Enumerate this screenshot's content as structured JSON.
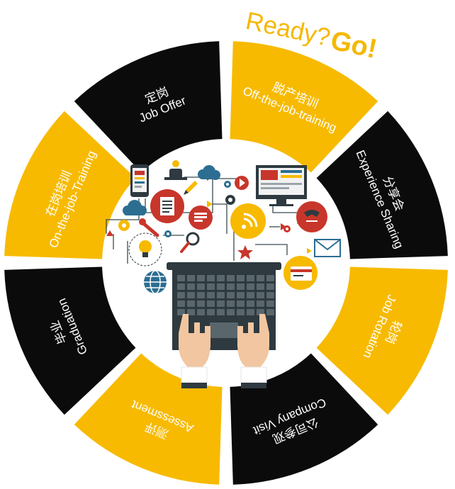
{
  "tagline": {
    "ready": "Ready?",
    "go": "Go!",
    "color": "#F5B800"
  },
  "palette": {
    "yellow": "#F7BA00",
    "black": "#0B0B0B",
    "dark": "#2E3A40",
    "red": "#C8362B",
    "blue": "#2C6E91",
    "skin": "#F2C6A0"
  },
  "segments": [
    {
      "id": "offjob",
      "zh": "脱产培训",
      "en": "Off-the-job-training",
      "fill": "yellow",
      "text": "white"
    },
    {
      "id": "share",
      "zh": "分享会",
      "en": "Experience Sharing",
      "fill": "black",
      "text": "white"
    },
    {
      "id": "rotation",
      "zh": "轮岗",
      "en": "Job Rotation",
      "fill": "yellow",
      "text": "white"
    },
    {
      "id": "visit",
      "zh": "公司参观",
      "en": "Company Visit",
      "fill": "black",
      "text": "white"
    },
    {
      "id": "assess",
      "zh": "测评",
      "en": "Assessment",
      "fill": "yellow",
      "text": "white"
    },
    {
      "id": "grad",
      "zh": "毕业",
      "en": "Graduation",
      "fill": "black",
      "text": "white"
    },
    {
      "id": "onjob",
      "zh": "在岗培训",
      "en": "On-the-job-Training",
      "fill": "yellow",
      "text": "white"
    },
    {
      "id": "offer",
      "zh": "定岗",
      "en": "Job Offer",
      "fill": "black",
      "text": "white"
    }
  ]
}
